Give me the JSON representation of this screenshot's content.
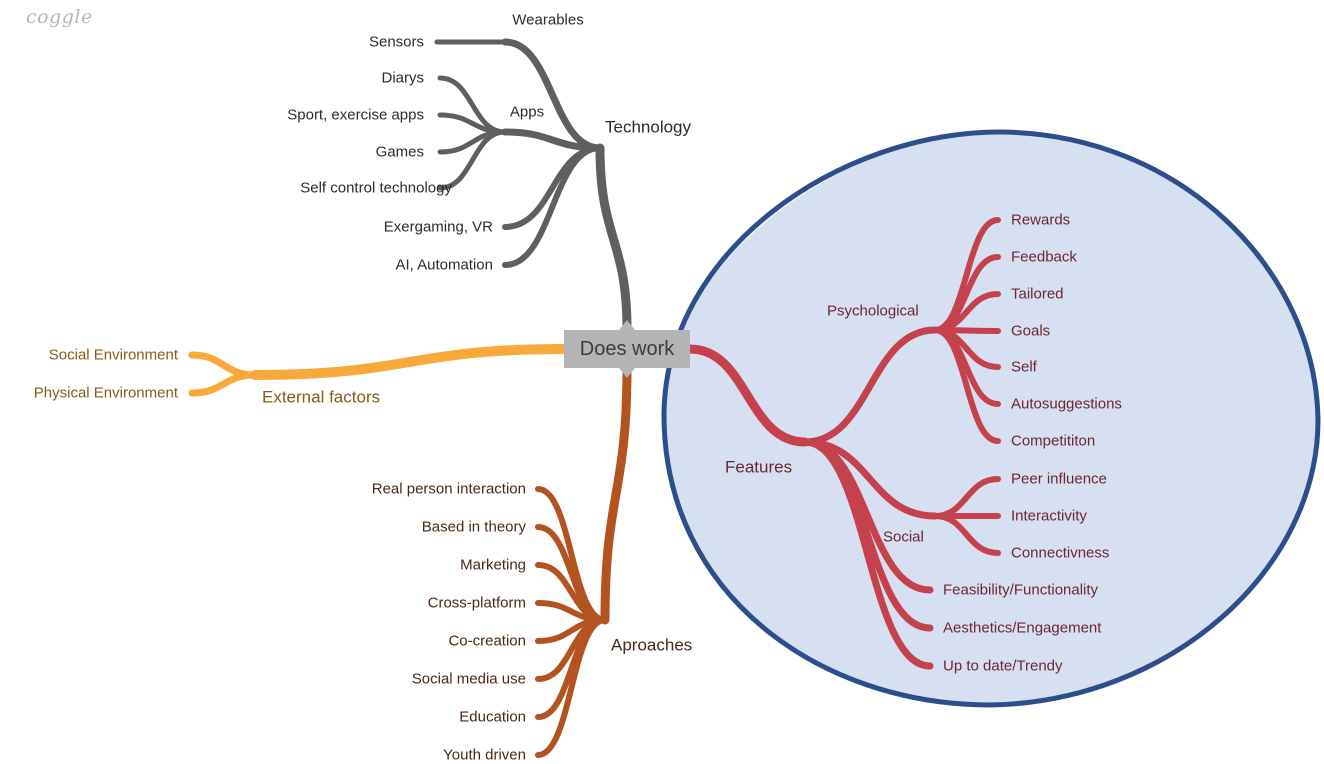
{
  "logo": "coggle",
  "root": "Does work",
  "colors": {
    "technology": "#5f5f5f",
    "external": "#f9a83a",
    "approaches": "#b35420",
    "features": "#c4414d",
    "highlight_fill": "#d7e0f1",
    "highlight_stroke": "#2d4e8c"
  },
  "technology": {
    "label": "Technology",
    "wearables": {
      "label": "Wearables",
      "children": [
        "Sensors"
      ]
    },
    "apps": {
      "label": "Apps",
      "children": [
        "Diarys",
        "Sport, exercise apps",
        "Games",
        "Self control technology"
      ]
    },
    "other": [
      "Exergaming, VR",
      "AI, Automation"
    ]
  },
  "external": {
    "label": "External factors",
    "children": [
      "Social Environment",
      "Physical Environment"
    ]
  },
  "approaches": {
    "label": "Aproaches",
    "children": [
      "Real person interaction",
      "Based in theory",
      "Marketing",
      "Cross-platform",
      "Co-creation",
      "Social media use",
      "Education",
      "Youth driven"
    ]
  },
  "features": {
    "label": "Features",
    "psychological": {
      "label": "Psychological",
      "children": [
        "Rewards",
        "Feedback",
        "Tailored",
        "Goals",
        "Self",
        "Autosuggestions",
        "Competititon"
      ]
    },
    "social": {
      "label": "Social",
      "children": [
        "Peer influence",
        "Interactivity",
        "Connectivness"
      ]
    },
    "other": [
      "Feasibility/Functionality",
      "Aesthetics/Engagement",
      "Up to date/Trendy"
    ]
  }
}
